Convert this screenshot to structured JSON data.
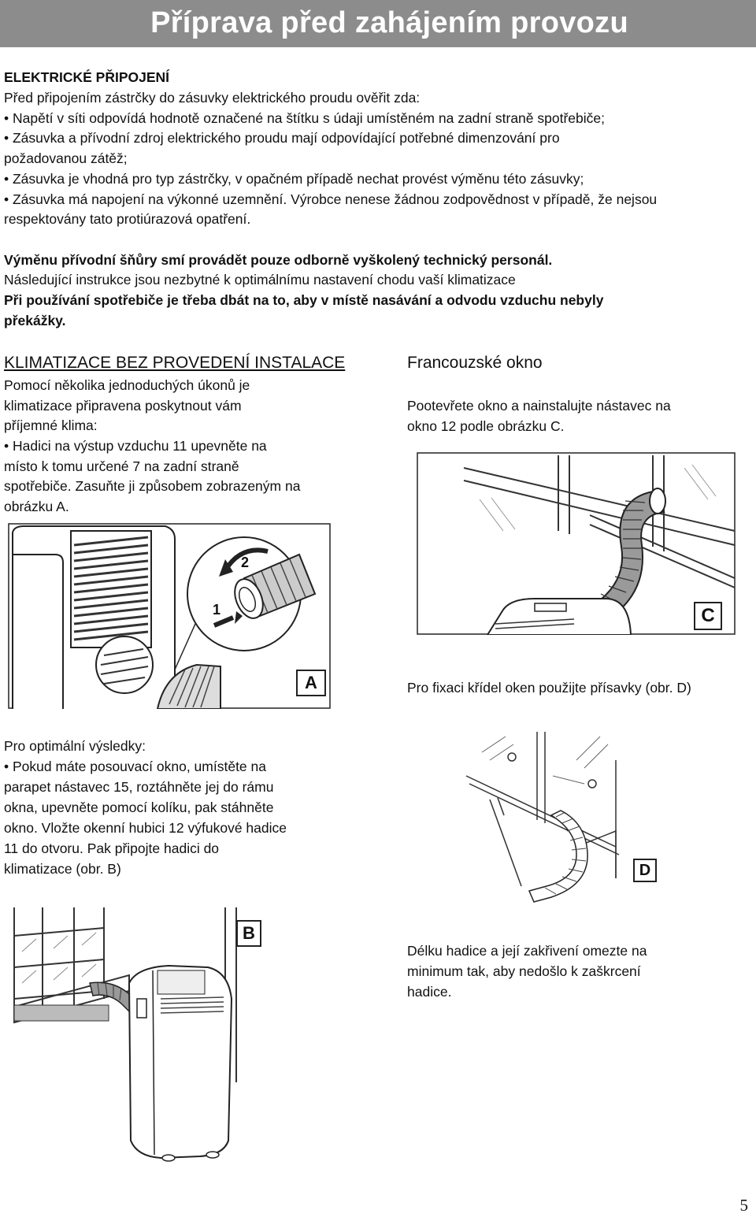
{
  "header": {
    "title": "Příprava před zahájením provozu"
  },
  "electrical": {
    "heading": "ELEKTRICKÉ PŘIPOJENÍ",
    "intro": "Před připojením zástrčky do zásuvky elektrického proudu ověřit zda:",
    "bullet1": "• Napětí v síti odpovídá hodnotě označené na štítku s údaji umístěném na zadní straně spotřebiče;",
    "bullet2_line1": "• Zásuvka a přívodní zdroj elektrického proudu mají odpovídající potřebné dimenzování pro",
    "bullet2_line2": "požadovanou zátěž;",
    "bullet3": "• Zásuvka je vhodná pro typ zástrčky, v opačném případě nechat provést výměnu této zásuvky;",
    "bullet4_line1": "• Zásuvka má napojení na výkonné uzemnění. Výrobce nenese žádnou zodpovědnost v případě, že nejsou",
    "bullet4_line2": "respektovány tato protiúrazová opatření.",
    "cord_note": "Výměnu přívodní šňůry smí provádět pouze odborně vyškolený technický personál.",
    "instructions_note": "Následující instrukce jsou nezbytné k optimálnímu nastavení chodu vaší klimatizace",
    "warning_line1": "Při používání spotřebiče je třeba dbát na to, aby v místě nasávání a odvodu vzduchu nebyly",
    "warning_line2": "překážky."
  },
  "no_install": {
    "title": "KLIMATIZACE BEZ PROVEDENÍ INSTALACE",
    "lines": [
      "Pomocí několika jednoduchých úkonů je",
      "klimatizace připravena poskytnout vám",
      "příjemné klima:",
      "• Hadici na výstup vzduchu 11 upevněte na",
      "místo k tomu určené 7 na zadní straně",
      "spotřebiče. Zasuňte ji způsobem zobrazeným na",
      "obrázku A."
    ]
  },
  "french_window": {
    "title": "Francouzské okno",
    "lines": [
      "Pootevřete okno a nainstalujte nástavec na",
      "okno 12 podle obrázku C."
    ],
    "suction_note": "Pro fixaci křídel oken použijte přísavky (obr. D)"
  },
  "optimal": {
    "lines": [
      "Pro optimální výsledky:",
      "• Pokud máte posouvací okno, umístěte na",
      "parapet nástavec 15, roztáhněte jej do rámu",
      "okna, upevněte pomocí kolíku, pak stáhněte",
      "okno. Vložte okenní hubici 12 výfukové hadice",
      "11 do otvoru. Pak připojte hadici do",
      "klimatizace (obr. B)"
    ]
  },
  "hose_note": {
    "lines": [
      "Délku hadice a její zakřivení omezte na",
      "minimum tak, aby nedošlo k zaškrcení",
      "hadice."
    ]
  },
  "figures": {
    "a_label": "A",
    "b_label": "B",
    "c_label": "C",
    "d_label": "D",
    "a_step1": "1",
    "a_step2": "2"
  },
  "page_number": "5"
}
